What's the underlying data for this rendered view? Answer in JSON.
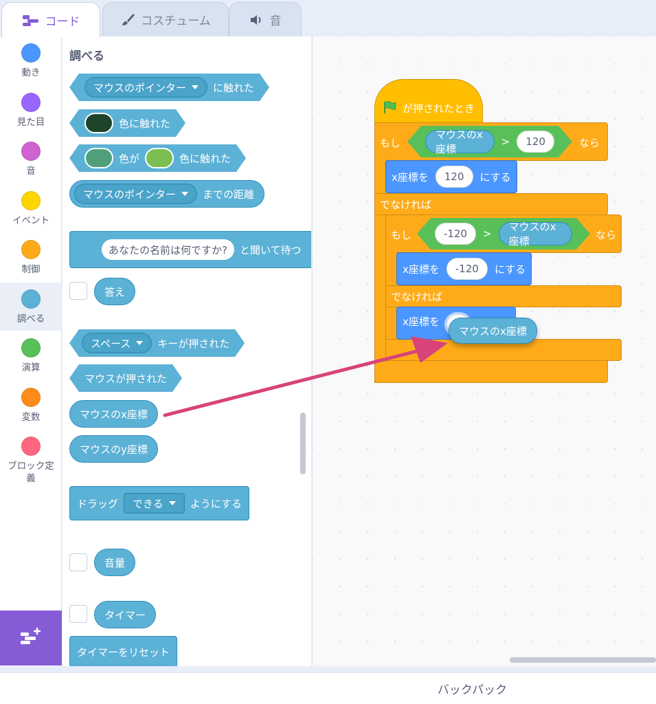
{
  "tabs": [
    {
      "label": "コード",
      "icon": "code-icon"
    },
    {
      "label": "コスチューム",
      "icon": "brush-icon"
    },
    {
      "label": "音",
      "icon": "speaker-icon"
    }
  ],
  "categories": [
    {
      "label": "動き",
      "color": "#4c97ff"
    },
    {
      "label": "見た目",
      "color": "#9966ff"
    },
    {
      "label": "音",
      "color": "#cf63cf"
    },
    {
      "label": "イベント",
      "color": "#ffd500"
    },
    {
      "label": "制御",
      "color": "#ffab19"
    },
    {
      "label": "調べる",
      "color": "#5cb1d6",
      "selected": true
    },
    {
      "label": "演算",
      "color": "#59c059"
    },
    {
      "label": "変数",
      "color": "#ff8c1a"
    },
    {
      "label": "ブロック定義",
      "color": "#ff6680"
    }
  ],
  "extension_button_icon": "add-extension-icon",
  "palette": {
    "title": "調べる",
    "touching_menu": "マウスのポインター",
    "touching_suffix": "に触れた",
    "color_touching": "色に触れた",
    "color_touching_color_mid": "色が",
    "color_touching_color_end": "色に触れた",
    "distance_menu": "マウスのポインター",
    "distance_suffix": "までの距離",
    "ask_default": "あなたの名前は何ですか?",
    "ask_suffix": "と聞いて待つ",
    "answer": "答え",
    "key_menu": "スペース",
    "key_suffix": "キーが押された",
    "mouse_down": "マウスが押された",
    "mouse_x": "マウスのx座標",
    "mouse_y": "マウスのy座標",
    "drag_prefix": "ドラッグ",
    "drag_menu": "できる",
    "drag_suffix": "ようにする",
    "loudness": "音量",
    "timer": "タイマー",
    "reset_timer": "タイマーをリセット"
  },
  "colors": {
    "touch_color_1": "#1e4429",
    "touch_color_2": "#4fa07a",
    "touch_color_3": "#7bbf52",
    "accent": "#855cd6",
    "arrow": "#d8437a"
  },
  "script": {
    "hat": "が押されたとき",
    "if1": "もし",
    "if1_reporter": "マウスのx座標",
    "if1_op": ">",
    "if1_value": "120",
    "then1": "なら",
    "set1_label": "x座標を",
    "set1_value": "120",
    "set1_suffix": "にする",
    "else1": "でなければ",
    "if2": "もし",
    "if2_value": "-120",
    "if2_op": ">",
    "if2_reporter": "マウスのx座標",
    "then2": "なら",
    "set2_label": "x座標を",
    "set2_value": "-120",
    "set2_suffix": "にする",
    "else2": "でなければ",
    "set3_label": "x座標を",
    "dragging_block": "マウスのx座標"
  },
  "footer": {
    "backpack": "バックパック"
  }
}
